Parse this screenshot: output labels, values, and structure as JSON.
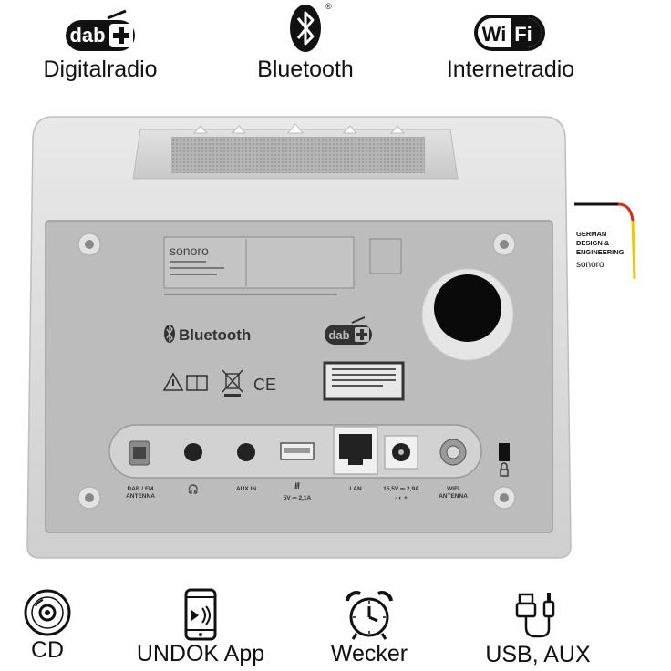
{
  "top_features": [
    {
      "icon": "dab-plus-logo-icon",
      "label": "Digitalradio"
    },
    {
      "icon": "bluetooth-logo-icon",
      "label": "Bluetooth"
    },
    {
      "icon": "wifi-logo-icon",
      "label": "Internetradio"
    }
  ],
  "bottom_features": [
    {
      "icon": "cd-icon",
      "label": "CD"
    },
    {
      "icon": "smartphone-icon",
      "label": "UNDOK App"
    },
    {
      "icon": "alarm-clock-icon",
      "label": "Wecker"
    },
    {
      "icon": "usb-aux-plug-icon",
      "label": "USB, AUX"
    }
  ],
  "badge": {
    "line1": "GERMAN",
    "line2": "DESIGN &",
    "line3": "ENGINEERING",
    "brand": "sonoro"
  },
  "device": {
    "brand": "sonoro",
    "bluetooth_label": "Bluetooth",
    "ce_mark": "CE",
    "ports": [
      {
        "label": "DAB / FM\nANTENNA"
      },
      {
        "label": "🎧"
      },
      {
        "label": "AUX IN"
      },
      {
        "label": "5V ⎓ 2,1A"
      },
      {
        "label": "LAN"
      },
      {
        "label": "15,5V ⎓ 2,9A"
      },
      {
        "label": "WIFI\nANTENNA"
      }
    ]
  },
  "colors": {
    "text": "#111111",
    "device_silver": "#d9d9d9",
    "panel_grey": "#b9b9b9",
    "german_red": "#d52b1e",
    "german_gold": "#f0c800"
  }
}
